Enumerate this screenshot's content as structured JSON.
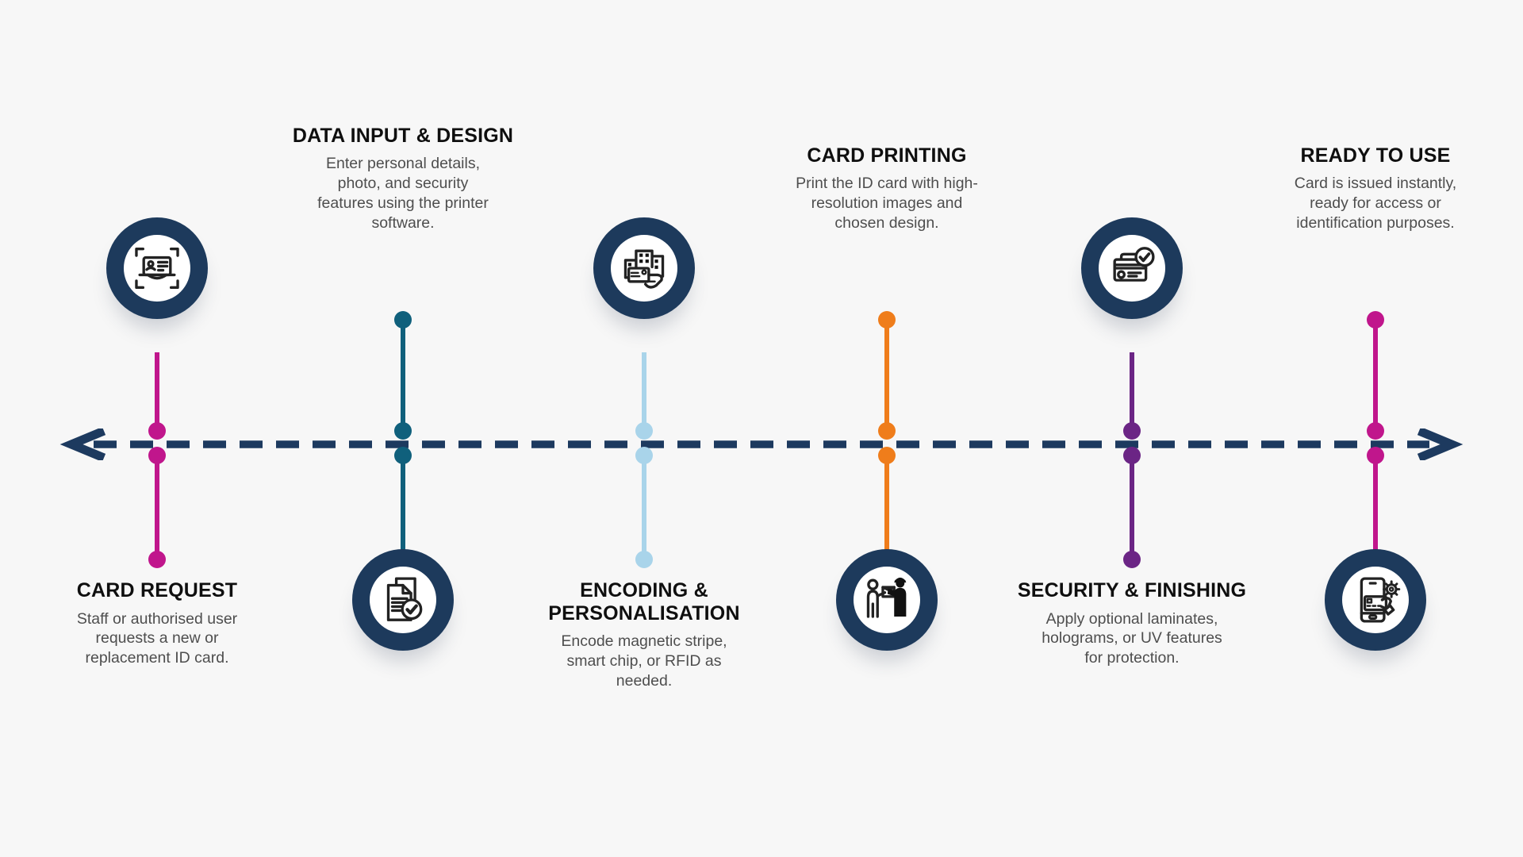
{
  "background_color": "#f7f7f7",
  "timeline": {
    "axis_color": "#1d3a5f",
    "style": "dashed",
    "arrows": [
      "left",
      "right"
    ]
  },
  "circle_ring_color": "#1d3a5c",
  "steps": [
    {
      "title": "CARD REQUEST",
      "description": "Staff or authorised user requests a new or replacement ID card.",
      "icon": "id-card-scan-icon",
      "color": "#c0168c",
      "icon_position": "above"
    },
    {
      "title": "DATA INPUT & DESIGN",
      "description": "Enter personal details, photo, and security features using the printer software.",
      "icon": "documents-check-icon",
      "color": "#10607c",
      "icon_position": "below"
    },
    {
      "title": "ENCODING & PERSONALISATION",
      "description": "Encode magnetic stripe, smart chip, or RFID as needed.",
      "icon": "building-card-icon",
      "color": "#a9d4ea",
      "icon_position": "above"
    },
    {
      "title": "CARD PRINTING",
      "description": "Print the ID card with high-resolution images and chosen design.",
      "icon": "card-handover-icon",
      "color": "#ef7d1b",
      "icon_position": "below"
    },
    {
      "title": "SECURITY & FINISHING",
      "description": "Apply optional laminates, holograms, or UV features for protection.",
      "icon": "cards-check-icon",
      "color": "#6b2585",
      "icon_position": "above"
    },
    {
      "title": "READY TO USE",
      "description": "Card is issued instantly, ready for access or identification purposes.",
      "icon": "phone-card-gear-icon",
      "color": "#c0168c",
      "icon_position": "below"
    }
  ]
}
